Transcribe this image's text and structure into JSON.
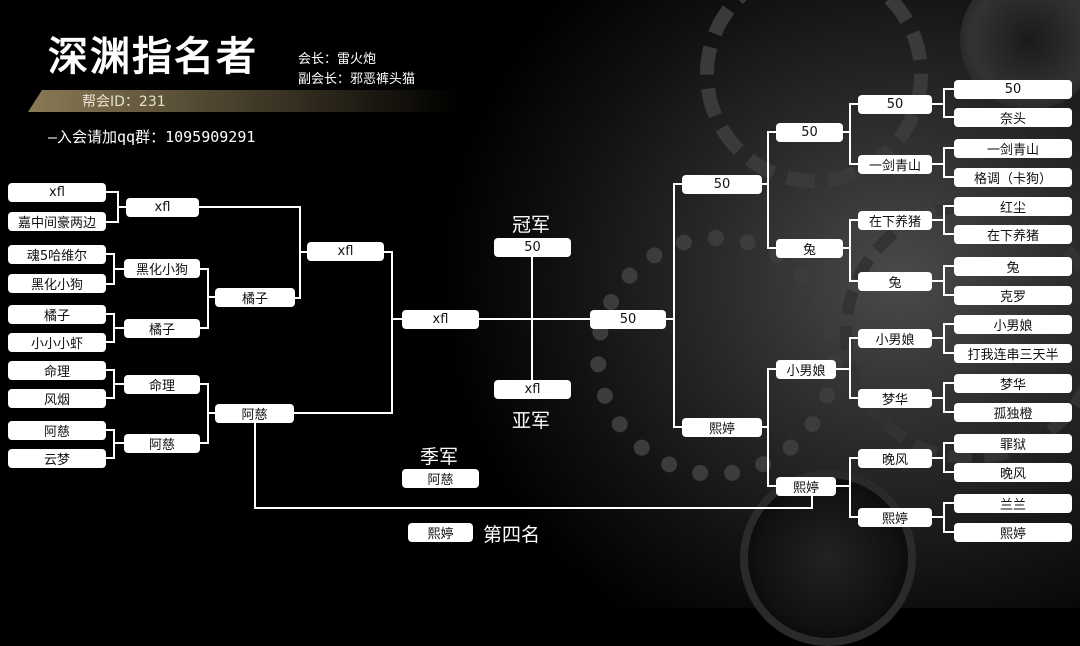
{
  "header": {
    "title": "深渊指名者",
    "leader": "会长：雷火炮",
    "vice_leader": "副会长：邪恶裤头猫",
    "guild_id": "帮会ID：231",
    "join_note": "—入会请加qq群：1095909291"
  },
  "places": {
    "champion_label": "冠军",
    "runner_up_label": "亚军",
    "third_label": "季军",
    "fourth_label": "第四名"
  },
  "bracket": {
    "champion": "50",
    "runner_up": "xfl",
    "third": "阿慈",
    "fourth": "熙婷",
    "final_left": "xfl",
    "final_right": "50",
    "left": {
      "r1": [
        "xfl",
        "嘉中间豪两边",
        "魂5哈维尔",
        "黑化小狗",
        "橘子",
        "小小小虾",
        "命理",
        "风烟",
        "阿慈",
        "云梦"
      ],
      "r2": [
        "xfl",
        "黑化小狗",
        "橘子",
        "命理",
        "阿慈"
      ],
      "r3": [
        "xfl",
        "橘子",
        "阿慈"
      ],
      "r4": [
        "xfl"
      ]
    },
    "right": {
      "r1": [
        "50",
        "奈头",
        "一剑青山",
        "格调（卡狗）",
        "红尘",
        "在下养猪",
        "兔",
        "克罗",
        "小男娘",
        "打我连串三天半",
        "梦华",
        "孤独橙",
        "罪狱",
        "晚风",
        "兰兰",
        "熙婷"
      ],
      "r2": [
        "50",
        "一剑青山",
        "在下养猪",
        "兔",
        "小男娘",
        "梦华",
        "晚风",
        "熙婷"
      ],
      "r3": [
        "50",
        "兔",
        "小男娘",
        "熙婷"
      ],
      "r4": [
        "50",
        "熙婷"
      ]
    }
  }
}
